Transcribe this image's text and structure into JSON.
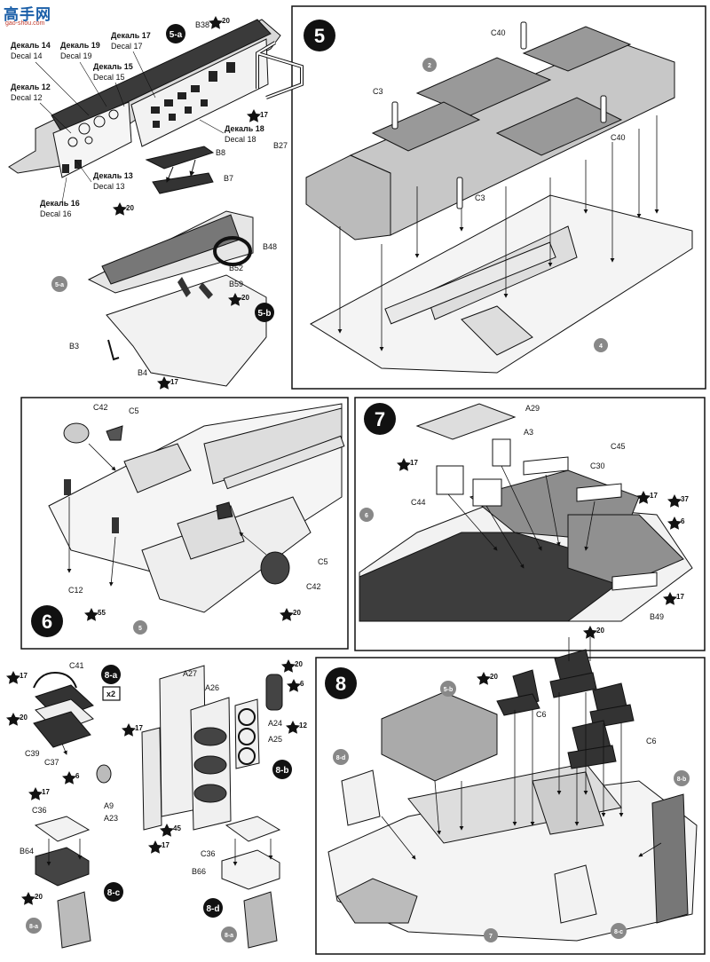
{
  "watermark": {
    "title": "高手网",
    "subtitle": "gao-shou.com"
  },
  "steps": {
    "s5": "5",
    "s6": "6",
    "s7": "7",
    "s8": "8",
    "s5a": "5-a",
    "s5b": "5-b",
    "s8a": "8-a",
    "s8b": "8-b",
    "s8c": "8-c",
    "s8d": "8-d",
    "x2": "x2"
  },
  "decals": {
    "d14ru": "Декаль 14",
    "d14en": "Decal 14",
    "d19ru": "Декаль 19",
    "d19en": "Decal 19",
    "d17ru": "Декаль 17",
    "d17en": "Decal 17",
    "d15ru": "Декаль 15",
    "d15en": "Decal 15",
    "d12ru": "Декаль 12",
    "d12en": "Decal 12",
    "d18ru": "Декаль 18",
    "d18en": "Decal 18",
    "d13ru": "Декаль 13",
    "d13en": "Decal 13",
    "d16ru": "Декаль 16",
    "d16en": "Decal 16"
  },
  "parts": {
    "B38": "B38",
    "B27": "B27",
    "B8": "B8",
    "B7": "B7",
    "B48": "B48",
    "B52": "B52",
    "B59": "B59",
    "B3": "B3",
    "B4": "B4",
    "C40a": "C40",
    "C40b": "C40",
    "C3a": "C3",
    "C3b": "C3",
    "C42a": "C42",
    "C42b": "C42",
    "C5a": "C5",
    "C5b": "C5",
    "C12": "C12",
    "A29": "A29",
    "A3": "A3",
    "C45": "C45",
    "C30": "C30",
    "C44": "C44",
    "B49": "B49",
    "C41": "C41",
    "C39": "C39",
    "C37": "C37",
    "A9": "A9",
    "A23": "A23",
    "A27": "A27",
    "A26": "A26",
    "A24": "A24",
    "A25": "A25",
    "C36a": "C36",
    "C36b": "C36",
    "B64": "B64",
    "B66": "B66",
    "C6a": "C6",
    "C6b": "C6"
  },
  "refs": {
    "r2": "2",
    "r4": "4",
    "r5": "5",
    "r6": "6",
    "r7": "7"
  },
  "paint": {
    "p20a": "20",
    "p17a": "17",
    "p20b": "20",
    "p20c": "20",
    "p17b": "17",
    "p55": "55",
    "p20d": "20",
    "p17c": "17",
    "p17d": "17",
    "p37": "37",
    "p6a": "6",
    "p17e": "17",
    "p20e": "20",
    "p17f": "17",
    "p20f": "20",
    "p6b": "6",
    "p17g": "17",
    "p20g": "20",
    "p6c": "6",
    "p12": "12",
    "p45": "45",
    "p17h": "17",
    "p17i": "17",
    "p20h": "20",
    "p20i": "20"
  }
}
